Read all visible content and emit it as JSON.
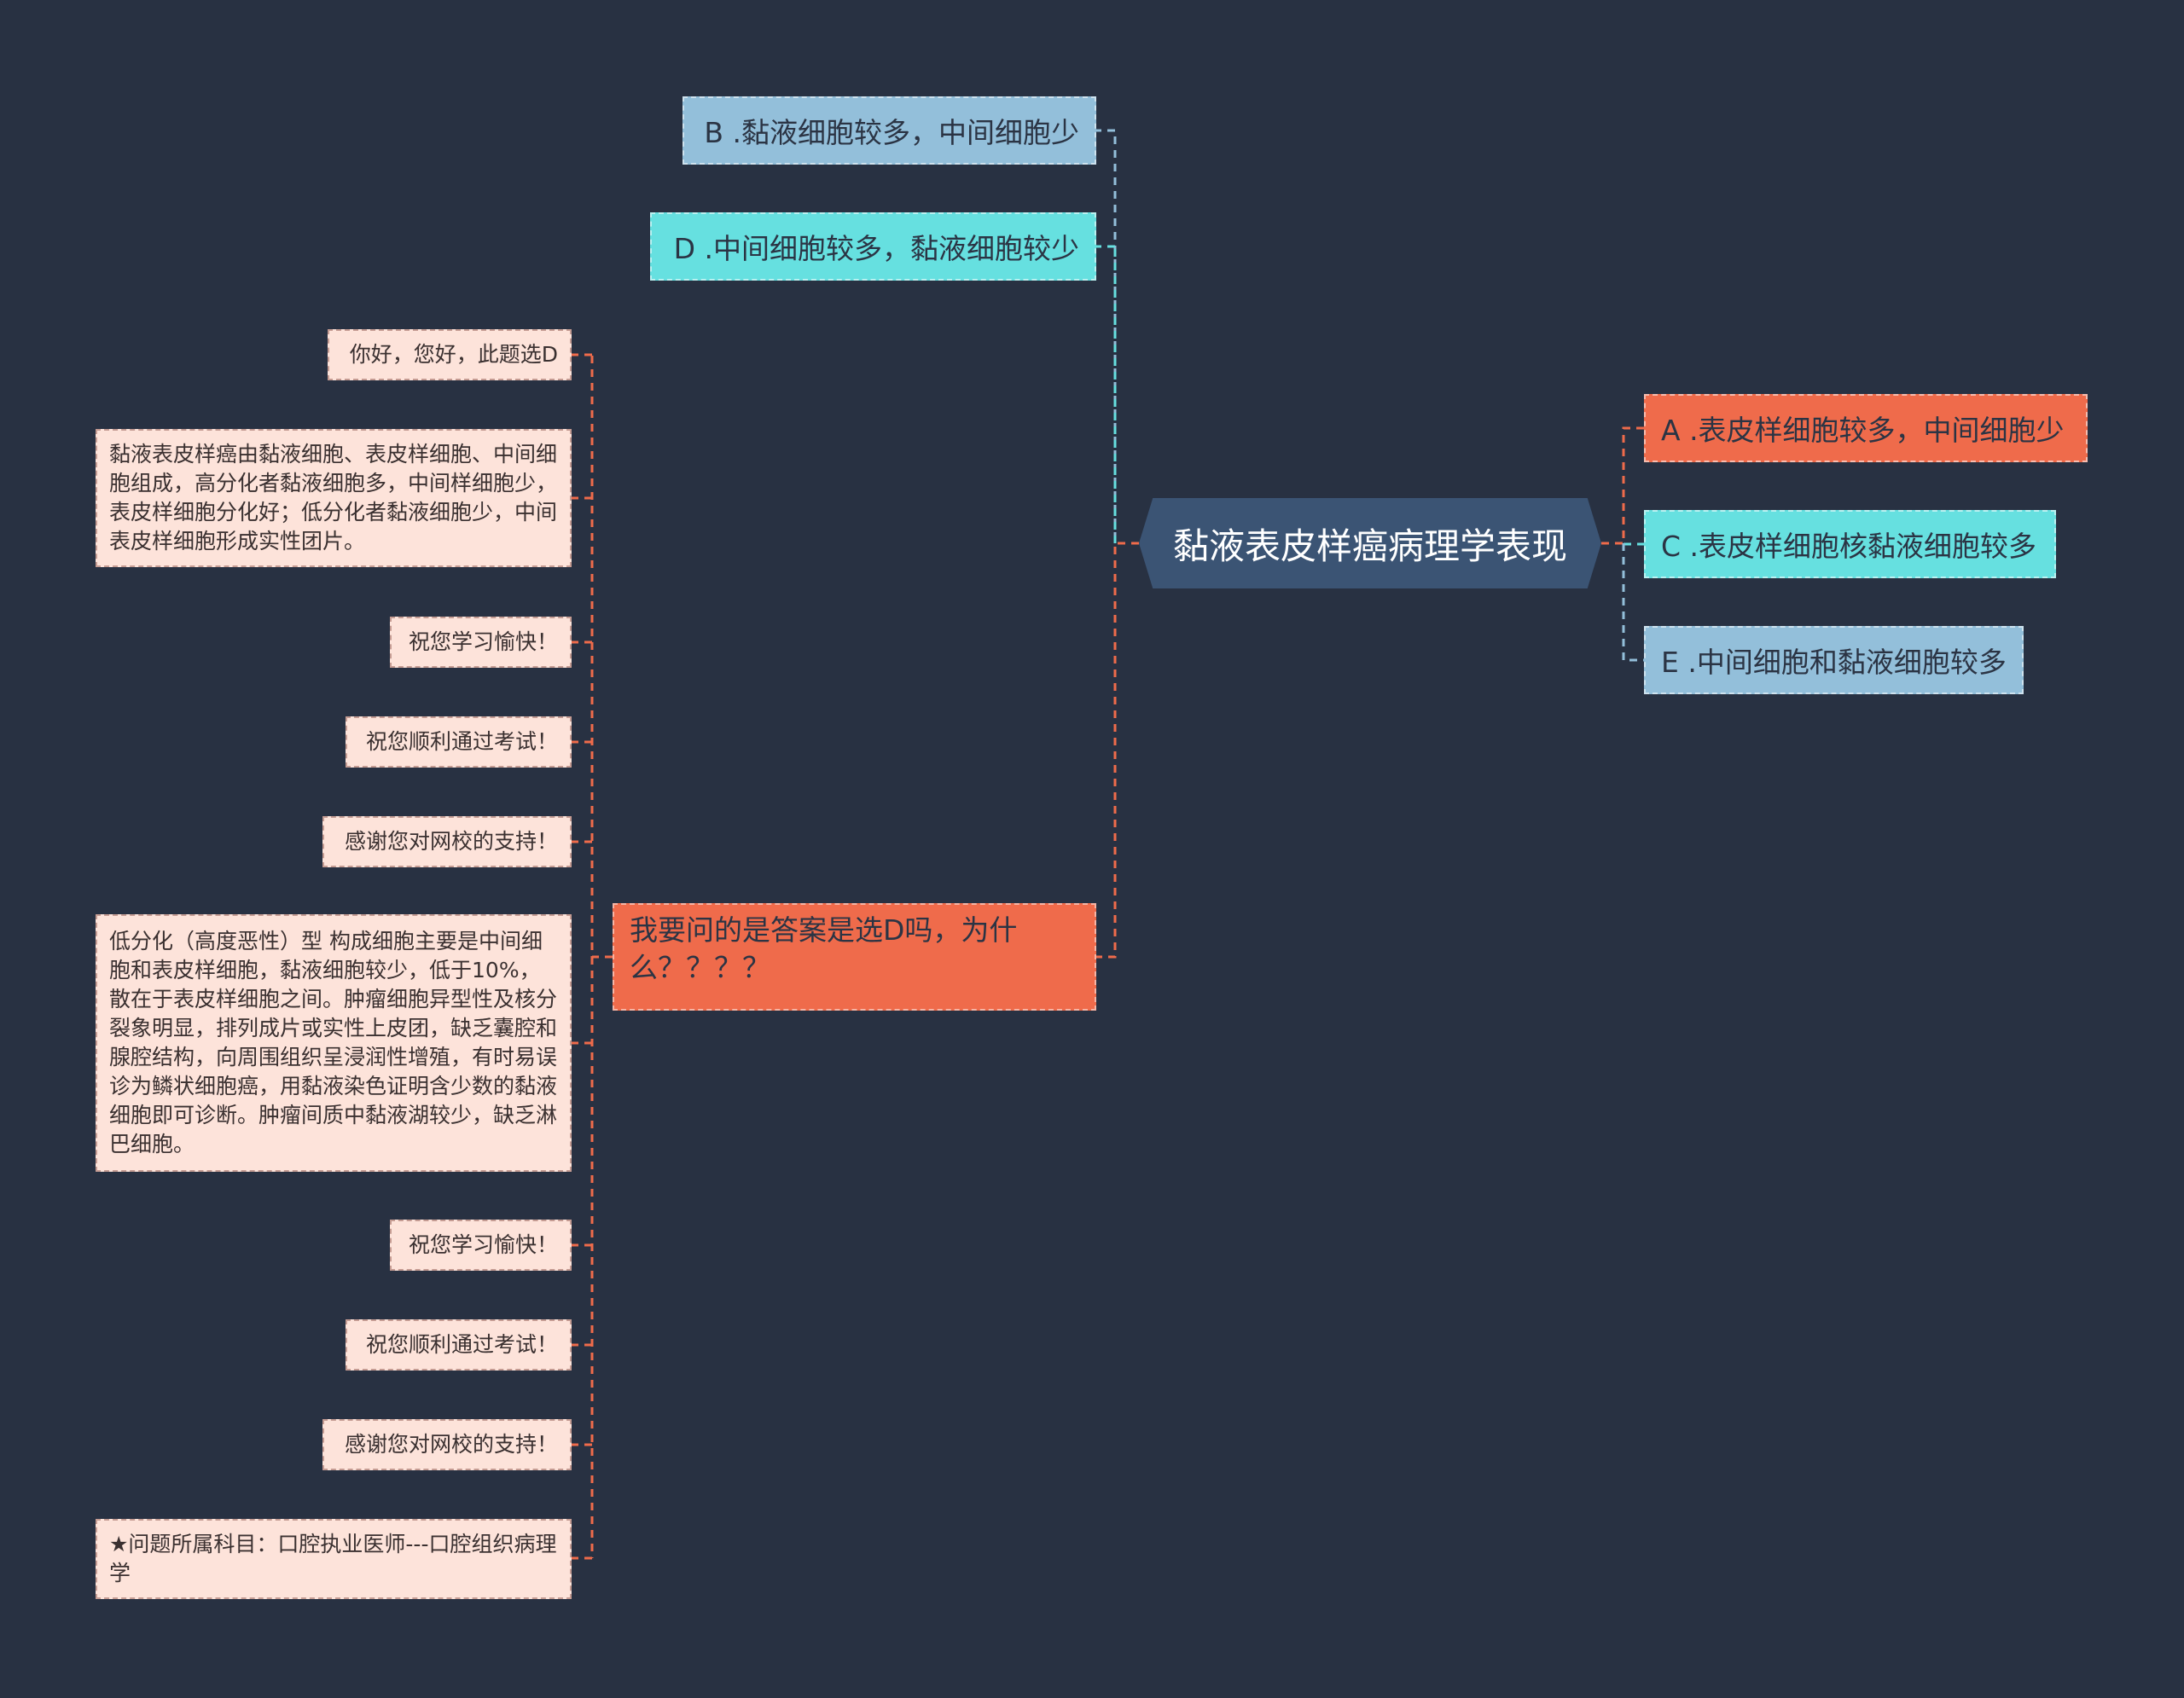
{
  "mindmap": {
    "root": "黏液表皮样癌病理学表现",
    "options": {
      "b": "B .黏液细胞较多，中间细胞少",
      "d": "D .中间细胞较多，黏液细胞较少",
      "a": "A .表皮样细胞较多，中间细胞少",
      "c": "C .表皮样细胞核黏液细胞较多",
      "e": "E .中间细胞和黏液细胞较多"
    },
    "question": "我要问的是答案是选D吗，为什么？？？？",
    "replies": [
      "你好，您好，此题选D",
      "黏液表皮样癌由黏液细胞、表皮样细胞、中间细胞组成，高分化者黏液细胞多，中间样细胞少，表皮样细胞分化好；低分化者黏液细胞少，中间表皮样细胞形成实性团片。",
      "祝您学习愉快！",
      "祝您顺利通过考试！",
      "感谢您对网校的支持！",
      "低分化（高度恶性）型 构成细胞主要是中间细胞和表皮样细胞，黏液细胞较少，低于10%，散在于表皮样细胞之间。肿瘤细胞异型性及核分裂象明显，排列成片或实性上皮团，缺乏囊腔和腺腔结构，向周围组织呈浸润性增殖，有时易误诊为鳞状细胞癌，用黏液染色证明含少数的黏液细胞即可诊断。肿瘤间质中黏液湖较少，缺乏淋巴细胞。",
      "祝您学习愉快！",
      "祝您顺利通过考试！",
      "感谢您对网校的支持！",
      "★问题所属科目：口腔执业医师---口腔组织病理学"
    ]
  },
  "colors": {
    "background": "#283142",
    "root": "#3b5474",
    "blue": "#93bfda",
    "cyan": "#66e0e0",
    "orange": "#ef6b4b",
    "pink": "#fde3da"
  }
}
